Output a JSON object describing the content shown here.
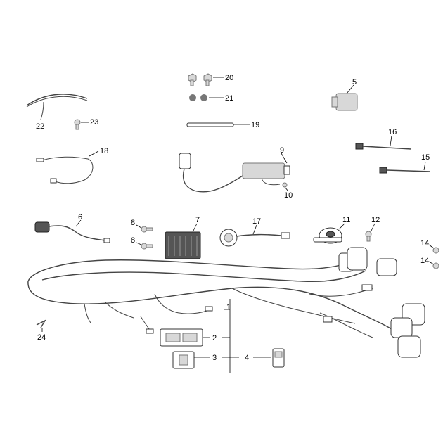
{
  "callouts": {
    "p1": "1",
    "p2": "2",
    "p3": "3",
    "p4": "4",
    "p5": "5",
    "p6": "6",
    "p7": "7",
    "p8a": "8",
    "p8b": "8",
    "p9": "9",
    "p10": "10",
    "p11": "11",
    "p12": "12",
    "p14a": "14",
    "p14b": "14",
    "p15": "15",
    "p16": "16",
    "p17": "17",
    "p18": "18",
    "p19": "19",
    "p20": "20",
    "p21": "21",
    "p22": "22",
    "p23": "23",
    "p24": "24"
  },
  "colors": {
    "line": "#000000",
    "part_outline": "#333333",
    "part_fill": "#d8d8d8"
  }
}
